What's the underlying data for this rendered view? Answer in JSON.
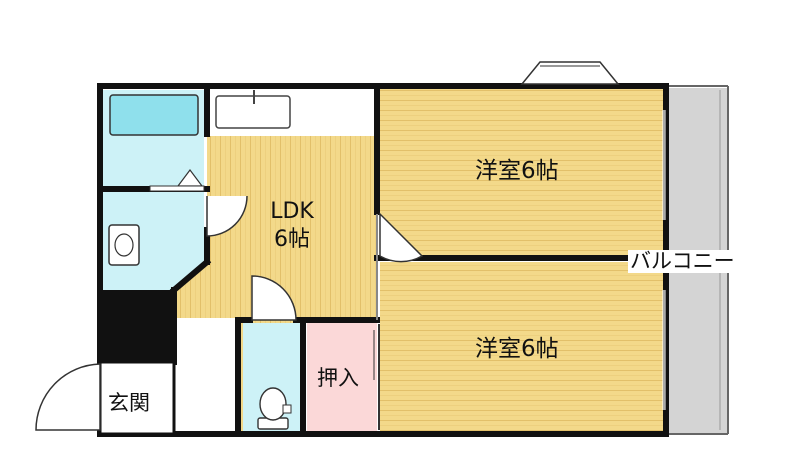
{
  "colors": {
    "wood_floor": "#f3d98a",
    "wood_stripe": "#e2c06a",
    "wet_area": "#cdf2f7",
    "bathtub": "#8fe0ec",
    "closet": "#fbd8d8",
    "balcony": "#d4d4d4",
    "wall": "#111111"
  },
  "rooms": {
    "western_room_top": "洋室6帖",
    "western_room_bottom": "洋室6帖",
    "ldk_line1": "LDK",
    "ldk_line2": "6帖",
    "closet": "押入",
    "entrance": "玄関",
    "balcony": "バルコニー"
  }
}
